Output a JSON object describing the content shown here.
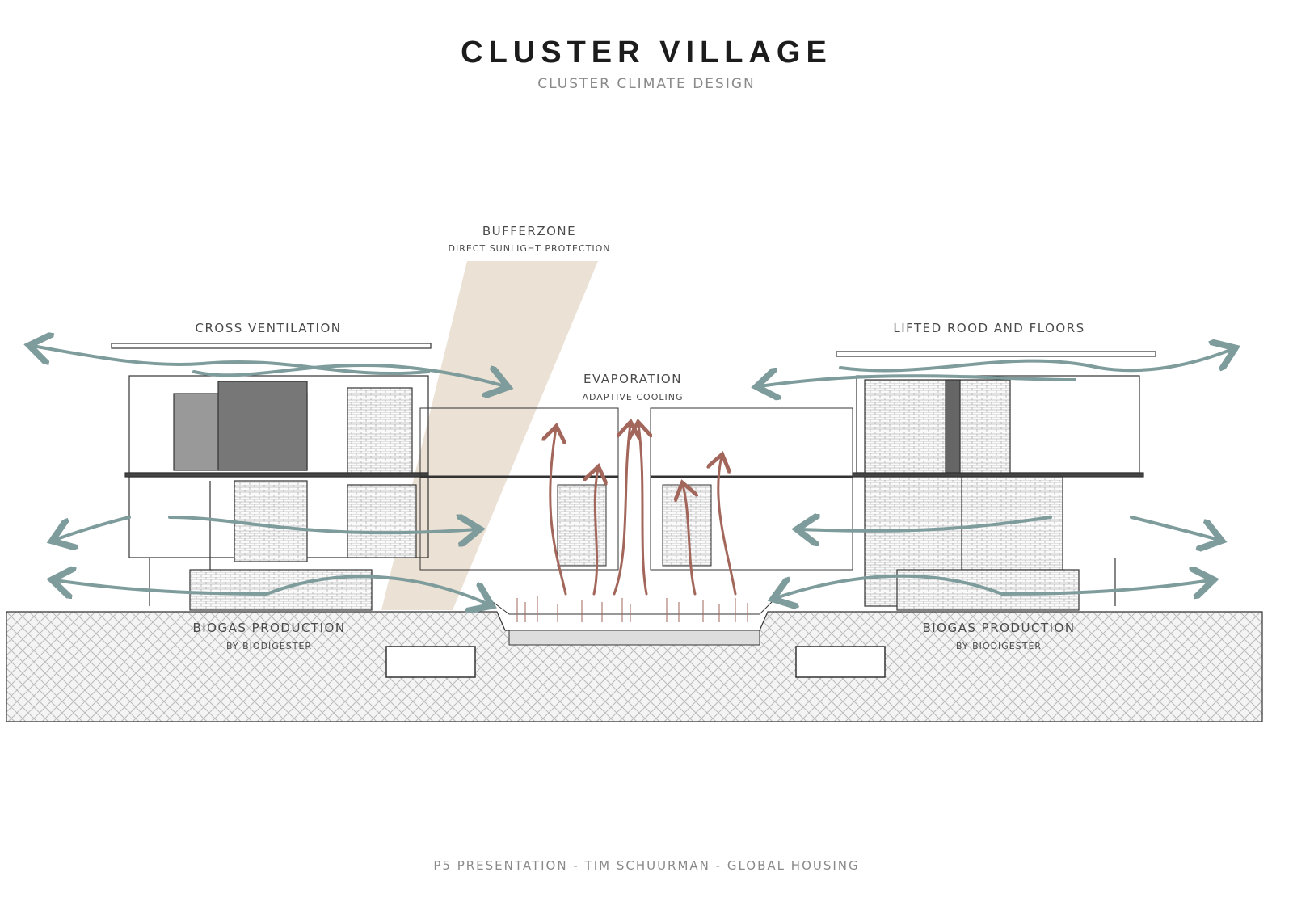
{
  "title": "CLUSTER VILLAGE",
  "subtitle": "CLUSTER CLIMATE DESIGN",
  "labels": {
    "bufferzone": {
      "title": "BUFFERZONE",
      "sub": "DIRECT SUNLIGHT PROTECTION"
    },
    "cross_ventilation": {
      "title": "CROSS VENTILATION"
    },
    "evaporation": {
      "title": "EVAPORATION",
      "sub": "ADAPTIVE COOLING"
    },
    "lifted": {
      "title": "LIFTED ROOD AND FLOORS"
    },
    "biogas_left": {
      "title": "BIOGAS PRODUCTION",
      "sub": "BY BIODIGESTER"
    },
    "biogas_right": {
      "title": "BIOGAS PRODUCTION",
      "sub": "BY BIODIGESTER"
    }
  },
  "footer": "P5 PRESENTATION - TIM SCHUURMAN - GLOBAL HOUSING",
  "colors": {
    "airflow": "#7f9c9c",
    "evaporation": "#a2665b",
    "bufferzone": "#e8dccd",
    "line": "#333333"
  }
}
